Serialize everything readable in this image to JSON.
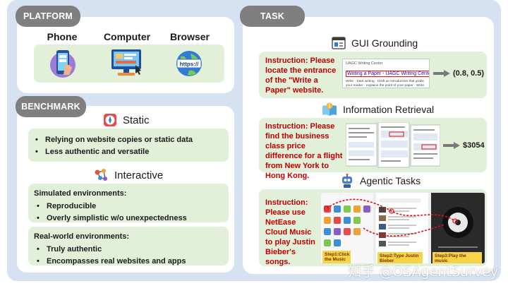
{
  "platform": {
    "tab": "PLATFORM",
    "items": [
      {
        "label": "Phone",
        "icon": "smartphone-icon"
      },
      {
        "label": "Computer",
        "icon": "desktop-computer-icon"
      },
      {
        "label": "Browser",
        "icon": "browser-globe-icon"
      }
    ],
    "browser_icon_text": "https://"
  },
  "benchmark": {
    "tab": "BENCHMARK",
    "static": {
      "title": "Static",
      "icon": "safari-compass-icon",
      "bullets": [
        "Relying on website copies or static data",
        "Less authentic and versatile"
      ]
    },
    "interactive": {
      "title": "Interactive",
      "icon": "network-nodes-icon",
      "simulated": {
        "title": "Simulated environments:",
        "bullets": [
          "Reproducible",
          "Overly simplistic w/o unexpectedness"
        ]
      },
      "real": {
        "title": "Real-world environments:",
        "bullets": [
          "Truly authentic",
          "Encompasses real websites and apps"
        ]
      }
    }
  },
  "task": {
    "tab": "TASK",
    "grounding": {
      "title": "GUI Grounding",
      "icon": "gui-window-icon",
      "instruction": "Instruction: Please locate the entrance of the \"Write a Paper\" website.",
      "result": "(0.8, 0.5)",
      "screenshot": {
        "site": "UAGC Writing Center",
        "link": "Writing a Paper - UAGC Writing Center",
        "snippet": "Write · Start writing · Draft an introduction that grabs your reader · explains the point of your paper · Write body ..."
      }
    },
    "retrieval": {
      "title": "Information Retrieval",
      "icon": "book-information-icon",
      "instruction": "Instruction: Please find the business class price difference for a flight from New York to Hong Kong.",
      "result": "$3054"
    },
    "agentic": {
      "title": "Agentic Tasks",
      "icon": "robot-icon",
      "instruction": "Instruction: Please use NetEase Cloud Music to play Justin Bieber's songs.",
      "steps": [
        "Step1:Click the Music",
        "Step2:Type Justin Bieber",
        "Step3:Play the music"
      ]
    }
  },
  "watermark": "知乎 @OSAgentSurvey",
  "colors": {
    "frame": "#d6e2f1",
    "tab": "#7f7f7f",
    "green": "#e2f0d9",
    "instruction": "#c00000",
    "step_badge": "#f5d547"
  }
}
